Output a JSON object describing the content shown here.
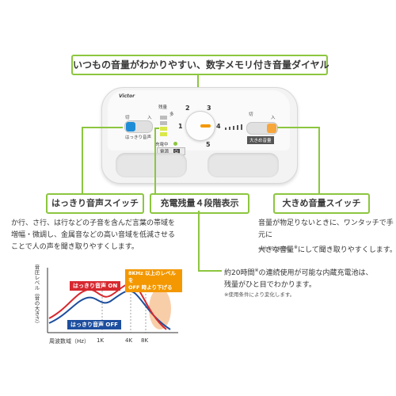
{
  "top_callout": "いつもの音量がわかりやすい、数字メモリ付き音量ダイヤル",
  "device": {
    "brand": "Victor",
    "left_switch_top": "切",
    "left_switch_on": "入",
    "left_switch_label": "はっきり音声",
    "battery_title": "残量",
    "battery_full": "多",
    "charging_label": "充電中",
    "power_label": "電源",
    "dial_numbers": [
      "1",
      "2",
      "3",
      "4",
      "5"
    ],
    "right_switch_top": "切",
    "right_switch_on": "入",
    "right_switch_label": "大きめ音量"
  },
  "features": {
    "clear_voice": {
      "title": "はっきり音声スイッチ",
      "desc": [
        "か行、さ行、は行などの子音を含んだ言葉の帯域を",
        "増幅・微調し、金属音などの高い音域を低減させる",
        "ことで人の声を聞き取りやすくします。"
      ]
    },
    "battery": {
      "title": "充電残量４段階表示",
      "desc": [
        "約20時間",
        "※",
        "の連続使用が可能な内蔵充電池は、",
        "残量がひと目でわかります。"
      ],
      "note": "※使用条件により変化します。"
    },
    "volume": {
      "title": "大きめ音量スイッチ",
      "desc": [
        "音量が物足りないときに、ワンタッチで手元に",
        "大きな音量",
        "※",
        "にして聞き取りやすくします。"
      ],
      "note": "※約15dB増幅"
    }
  },
  "chart_data": {
    "type": "line",
    "ylabel": "音圧レベル（音の大きさ）",
    "xlabel": "周波数域（Hz）",
    "ticks": [
      "1K",
      "4K",
      "8K"
    ],
    "series": [
      {
        "name": "はっきり音声 ON",
        "color": "#d7282f"
      },
      {
        "name": "はっきり音声 OFF",
        "color": "#1d4e9e"
      }
    ],
    "annotation": [
      "8KHz 以上のレベルを",
      "OFF 時より下げる"
    ],
    "annotation_color": "#f39800"
  },
  "colors": {
    "accent_green": "#8cc63f",
    "switch_blue": "#1f8dd6",
    "dial_orange": "#f39800"
  }
}
